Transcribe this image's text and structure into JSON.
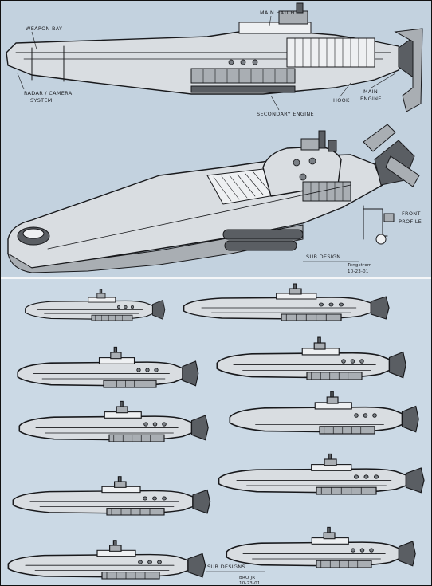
{
  "colors": {
    "paper_blue": "#c3d2df",
    "paper_blue_light": "#cbd9e5",
    "ink": "#18191c",
    "marker_grey": "#a9aeb3",
    "marker_light": "#d9dde1"
  },
  "top_sheet": {
    "callouts": {
      "weapon_bay": "WEAPON BAY",
      "main_hatch": "MAIN HATCH",
      "radar_camera_line1": "RADAR / CAMERA",
      "radar_camera_line2": "SYSTEM",
      "secondary_engine": "SECONDARY ENGINE",
      "hook": "HOOK",
      "main_engine_line1": "MAIN",
      "main_engine_line2": "ENGINE",
      "front_profile_line1": "FRONT",
      "front_profile_line2": "PROFILE"
    },
    "caption": "SUB DESIGN",
    "signature": "Tengstrom",
    "date": "10-23-01"
  },
  "bottom_sheet": {
    "caption": "SUB DESIGNS",
    "signature": "BRO JR",
    "date": "10-23-01"
  }
}
